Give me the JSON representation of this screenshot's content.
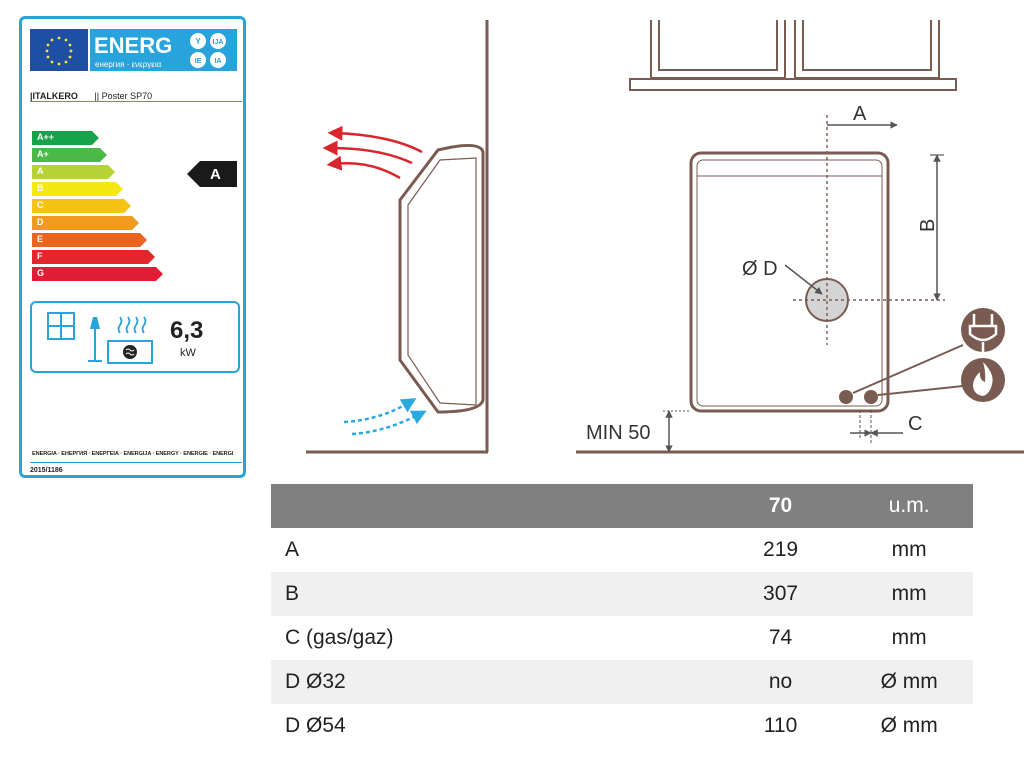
{
  "energy_label": {
    "energ_title": "ENERG",
    "energ_sub": "енергия · ενεργεια",
    "langs": [
      "Y",
      "IJA",
      "IE",
      "IA"
    ],
    "brand": "ITALKERO",
    "model": "Poster SP70",
    "classes": [
      "A++",
      "A+",
      "A",
      "B",
      "C",
      "D",
      "E",
      "F",
      "G"
    ],
    "class_colors": [
      "#17a34a",
      "#4cb848",
      "#b5d334",
      "#f4e813",
      "#f6c313",
      "#f29a1d",
      "#ea6420",
      "#e3262b",
      "#e11d35"
    ],
    "rating": "A",
    "power_value": "6,3",
    "power_unit": "kW",
    "energy_word_row": "ENERGIA · ЕНЕРГИЯ · ΕΝΕΡΓΕΙΑ · ENERGIJA · ENERGY · ENERGIE · ENERGI",
    "regulation": "2015/1186"
  },
  "diagram": {
    "label_a": "A",
    "label_b": "B",
    "label_c": "C",
    "label_d": "Ø D",
    "label_min": "MIN 50"
  },
  "table": {
    "header": [
      "",
      "70",
      "u.m."
    ],
    "rows": [
      [
        "A",
        "219",
        "mm"
      ],
      [
        "B",
        "307",
        "mm"
      ],
      [
        "C (gas/gaz)",
        "74",
        "mm"
      ],
      [
        "D  Ø32",
        "no",
        "Ø mm"
      ],
      [
        "D  Ø54",
        "110",
        "Ø mm"
      ]
    ]
  }
}
